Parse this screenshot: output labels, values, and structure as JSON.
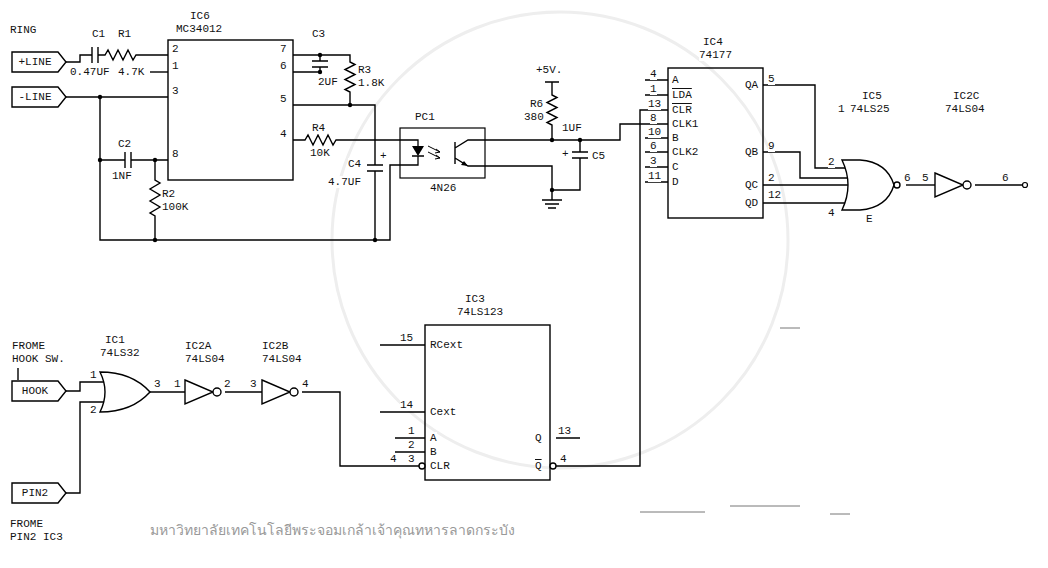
{
  "diagram": {
    "nodes": [
      {
        "text": [
          "+LINE"
        ]
      },
      {
        "text": [
          "-LINE"
        ]
      },
      {
        "text": [
          "IC6",
          "MC34012"
        ]
      },
      {
        "text": [
          "PC1",
          "4N26"
        ]
      },
      {
        "text": [
          "IC4",
          "74177"
        ]
      },
      {
        "text": [
          "IC5",
          "74LS25"
        ]
      },
      {
        "text": [
          "IC2C",
          "74LS04"
        ]
      },
      {
        "text": [
          "HOOK"
        ]
      },
      {
        "text": [
          "PIN2"
        ]
      },
      {
        "text": [
          "IC1",
          "74LS32"
        ]
      },
      {
        "text": [
          "IC2A",
          "74LS04"
        ]
      },
      {
        "text": [
          "IC2B",
          "74LS04"
        ]
      },
      {
        "text": [
          "IC3",
          "74LS123"
        ]
      }
    ],
    "edges": [
      {
        "from": 1,
        "to": 2,
        "arrow": "none"
      },
      {
        "from": 7,
        "to": 9,
        "arrow": "none"
      },
      {
        "from": 8,
        "to": 9,
        "arrow": "none"
      },
      {
        "from": 9,
        "to": 10,
        "arrow": "none"
      },
      {
        "from": 10,
        "to": 11,
        "arrow": "none"
      },
      {
        "from": 11,
        "to": 12,
        "arrow": "none"
      },
      {
        "from": 12,
        "to": 4,
        "arrow": "none"
      },
      {
        "from": 3,
        "to": 4,
        "arrow": "none"
      },
      {
        "from": 4,
        "to": 5,
        "arrow": "none"
      },
      {
        "from": 4,
        "to": 5,
        "arrow": "none"
      },
      {
        "from": 4,
        "to": 5,
        "arrow": "none"
      },
      {
        "from": 4,
        "to": 5,
        "arrow": "none"
      },
      {
        "from": 5,
        "to": 6,
        "arrow": "none"
      }
    ],
    "labels": [
      "RING",
      "C1",
      "0.47UF",
      "R1",
      "4.7K",
      "2",
      "1",
      "3",
      "8",
      "7",
      "6",
      "5",
      "4",
      "C3",
      "2UF",
      "R3",
      "1.8K",
      "R4",
      "10K",
      "C4",
      "4.7UF",
      "+",
      "C2",
      "1NF",
      "R2",
      "100K",
      "+5V.",
      "R6",
      "380",
      "1UF",
      "C5",
      "+",
      "4",
      "A",
      "1",
      "LDA",
      "13",
      "CLR",
      "8",
      "CLK1",
      "10",
      "B",
      "6",
      "CLK2",
      "3",
      "C",
      "11",
      "D",
      "QA",
      "5",
      "QB",
      "9",
      "QC",
      "2",
      "QD",
      "12",
      "1",
      "2",
      "4",
      "E",
      "6",
      "5",
      "6",
      "FROME",
      "HOOK SW.",
      "1",
      "2",
      "3",
      "1",
      "2",
      "3",
      "4",
      "15",
      "RCext",
      "14",
      "Cext",
      "1",
      "A",
      "2",
      "B",
      "4",
      "3",
      "CLR",
      "Q",
      "13",
      "Q",
      "4",
      "FROME",
      "PIN2 IC3",
      "มหาวิทยาลัยเทคโนโลยีพระจอมเกล้าเจ้าคุณทหารลาดกระบัง"
    ]
  }
}
